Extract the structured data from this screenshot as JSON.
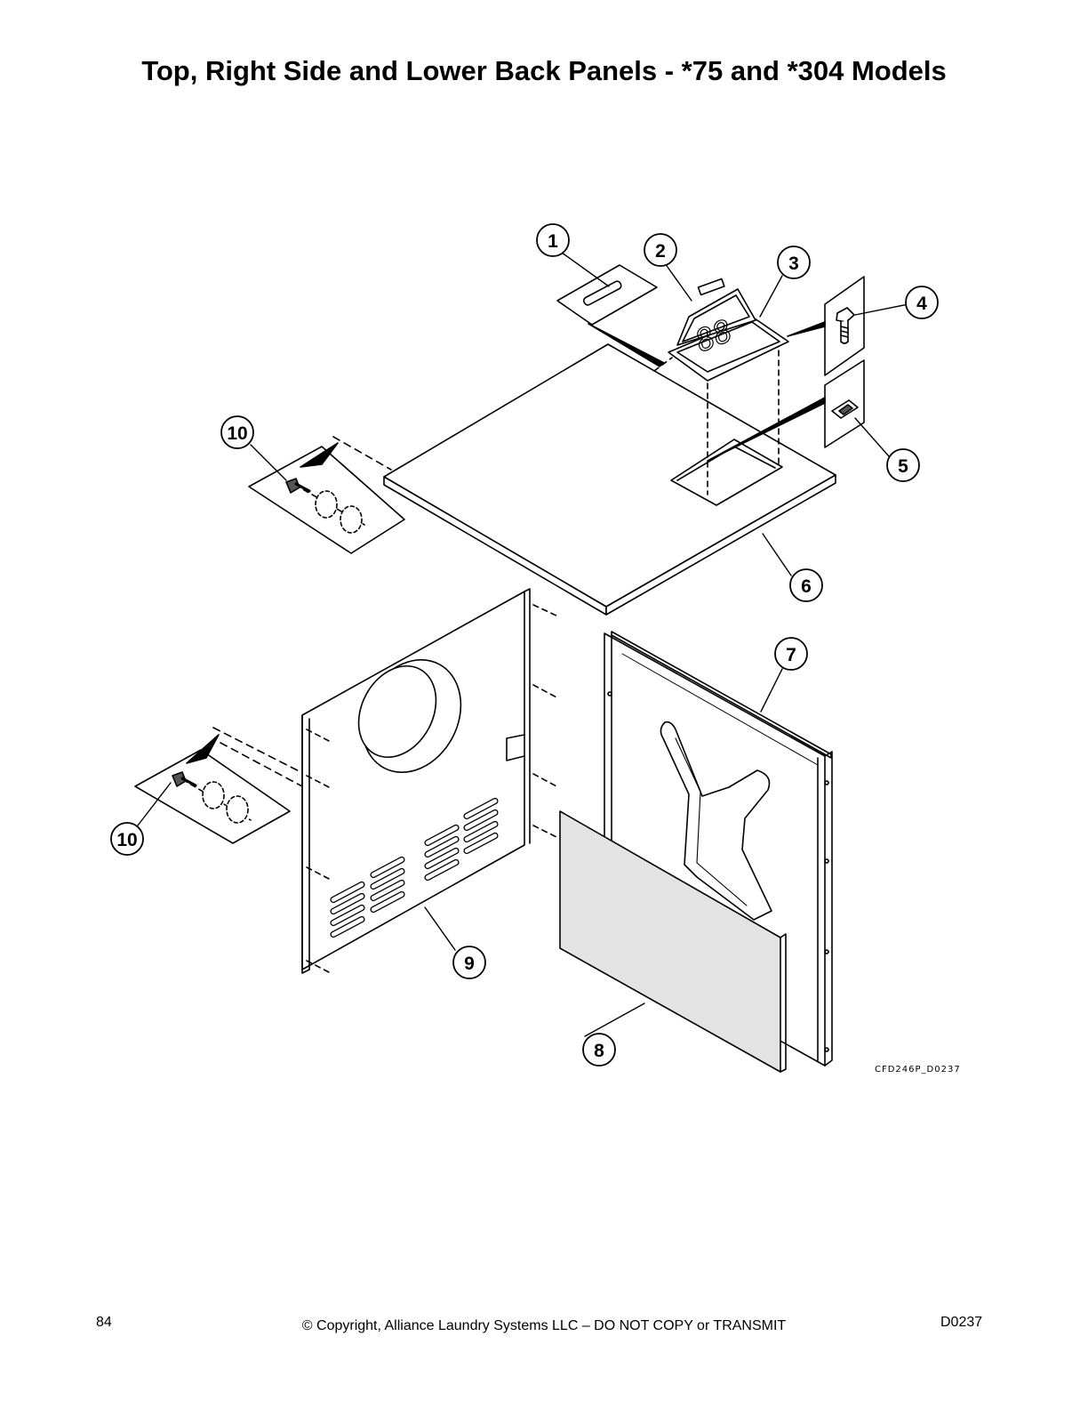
{
  "page": {
    "title": "Top, Right Side and Lower Back Panels - *75 and *304 Models",
    "page_number": "84",
    "copyright": "© Copyright, Alliance Laundry Systems LLC – DO NOT COPY or TRANSMIT",
    "document_id": "D0237"
  },
  "diagram": {
    "drawing_code": "CFD246P_D0237",
    "display_digits": "88",
    "callouts": [
      "1",
      "2",
      "3",
      "4",
      "5",
      "6",
      "7",
      "8",
      "9",
      "10",
      "10"
    ]
  },
  "colors": {
    "line": "#000000",
    "panel_fill": "#ffffff",
    "lower_panel_fill": "#e3e3e3"
  }
}
